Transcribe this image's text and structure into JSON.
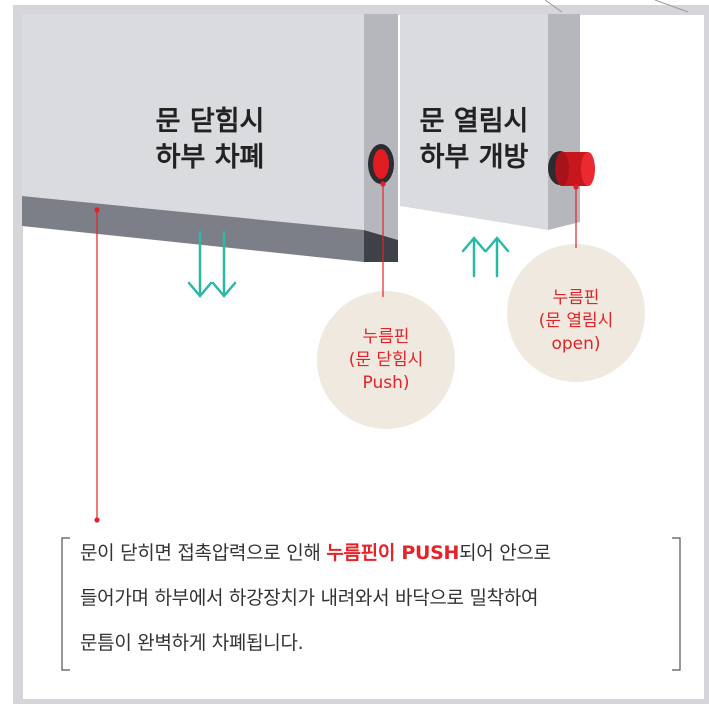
{
  "closed_door": {
    "label_line1": "문 닫힘시",
    "label_line2": "하부 차폐"
  },
  "open_door": {
    "label_line1": "문 열림시",
    "label_line2": "하부 개방"
  },
  "pin_closed": {
    "line1": "누름핀",
    "line2": "(문 닫힘시",
    "line3": "Push)"
  },
  "pin_open": {
    "line1": "누름핀",
    "line2": "(문 열림시",
    "line3": "open)"
  },
  "description": {
    "line1_pre": "문이 닫히면 접촉압력으로 인해 ",
    "line1_highlight": "누름핀이 PUSH",
    "line1_post": "되어 안으로",
    "line2": "들어가며 하부에서 하강장치가 내려와서 바닥으로 밀착하여",
    "line3": "문틈이 완벽하게 차폐됩니다."
  },
  "colors": {
    "highlight": "#e2232a",
    "arrow": "#2bb9a5",
    "circle": "#efe9df",
    "panel": "#dcdcdf",
    "door_front": "#dadbde",
    "door_side": "#b5b7bc",
    "seal": "#7c7f88"
  },
  "icons": [
    "down-arrows-icon",
    "up-arrows-icon",
    "push-pin-icon"
  ]
}
